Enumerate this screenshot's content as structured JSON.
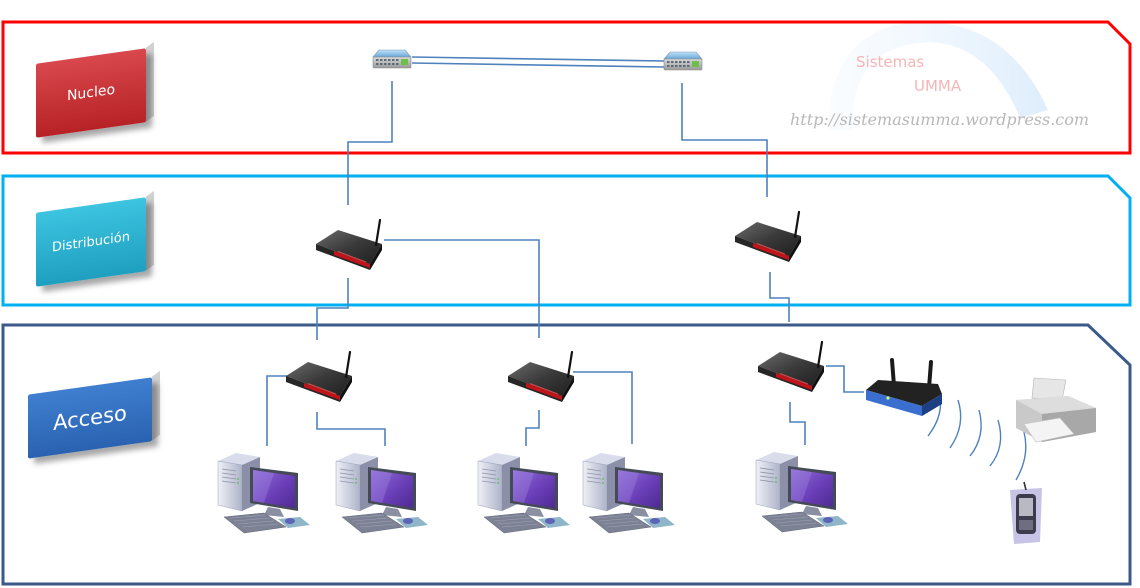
{
  "diagram": {
    "title": "Hierarchical network model",
    "colors": {
      "core": "#ff0000",
      "distribution": "#00b0f0",
      "access": "#3b5a8a",
      "link": "#4f81bd"
    },
    "layers": [
      {
        "id": "core",
        "label": "Nucleo"
      },
      {
        "id": "distribution",
        "label": "Distribución"
      },
      {
        "id": "access",
        "label": "Acceso"
      }
    ],
    "watermark": {
      "line1": "Sistemas",
      "line2": "UMMA",
      "url": "http://sistemasumma.wordpress.com"
    },
    "nodes": [
      {
        "id": "core-switch-1",
        "type": "switch",
        "layer": "core"
      },
      {
        "id": "core-switch-2",
        "type": "switch",
        "layer": "core"
      },
      {
        "id": "dist-router-1",
        "type": "router",
        "layer": "distribution"
      },
      {
        "id": "dist-router-2",
        "type": "router",
        "layer": "distribution"
      },
      {
        "id": "access-router-1",
        "type": "router",
        "layer": "access"
      },
      {
        "id": "access-router-2",
        "type": "router",
        "layer": "access"
      },
      {
        "id": "access-router-3",
        "type": "router",
        "layer": "access"
      },
      {
        "id": "wireless-ap",
        "type": "wireless-router",
        "layer": "access"
      },
      {
        "id": "pc-1",
        "type": "computer",
        "layer": "access"
      },
      {
        "id": "pc-2",
        "type": "computer",
        "layer": "access"
      },
      {
        "id": "pc-3",
        "type": "computer",
        "layer": "access"
      },
      {
        "id": "pc-4",
        "type": "computer",
        "layer": "access"
      },
      {
        "id": "pc-5",
        "type": "computer",
        "layer": "access"
      },
      {
        "id": "printer",
        "type": "printer",
        "layer": "access"
      },
      {
        "id": "pda",
        "type": "handheld",
        "layer": "access"
      }
    ],
    "links": [
      {
        "from": "core-switch-1",
        "to": "core-switch-2",
        "kind": "double"
      },
      {
        "from": "core-switch-1",
        "to": "dist-router-1"
      },
      {
        "from": "core-switch-2",
        "to": "dist-router-2"
      },
      {
        "from": "dist-router-1",
        "to": "access-router-1"
      },
      {
        "from": "dist-router-1",
        "to": "access-router-2"
      },
      {
        "from": "dist-router-2",
        "to": "access-router-3"
      },
      {
        "from": "access-router-1",
        "to": "pc-1"
      },
      {
        "from": "access-router-1",
        "to": "pc-2"
      },
      {
        "from": "access-router-2",
        "to": "pc-3"
      },
      {
        "from": "access-router-2",
        "to": "pc-4"
      },
      {
        "from": "access-router-3",
        "to": "pc-5"
      },
      {
        "from": "access-router-3",
        "to": "wireless-ap"
      },
      {
        "from": "wireless-ap",
        "to": "printer",
        "kind": "wireless"
      },
      {
        "from": "wireless-ap",
        "to": "pda",
        "kind": "wireless"
      }
    ]
  }
}
